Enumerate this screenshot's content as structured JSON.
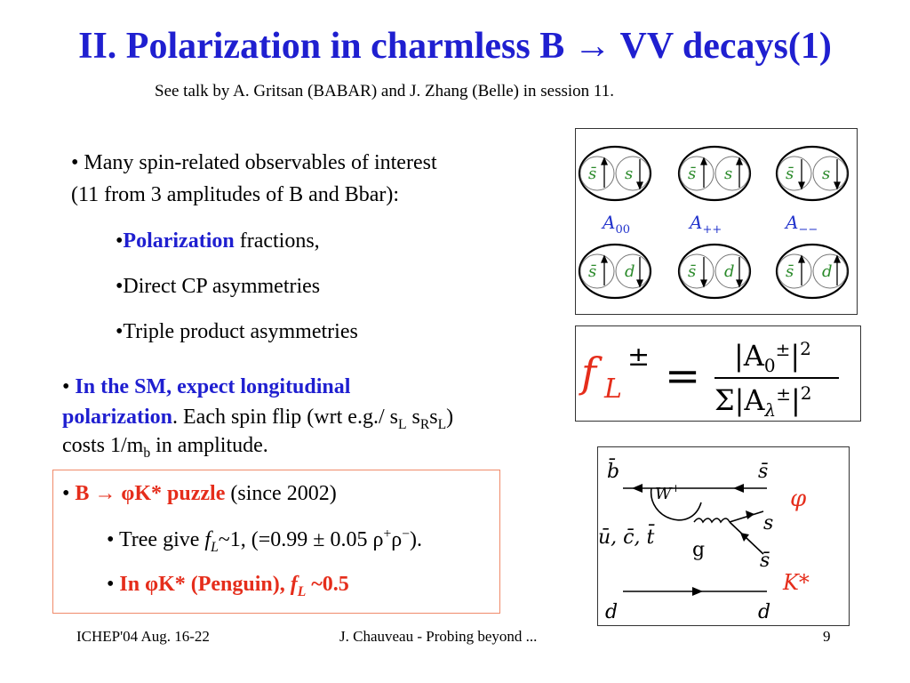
{
  "title": "II. Polarization in charmless B → VV decays(1)",
  "subtitle": "See talk by A. Gritsan (BABAR) and J. Zhang (Belle)  in session 11.",
  "bullets": {
    "b1_line1": "Many spin-related observables of interest",
    "b1_line2": "(11 from 3 amplitudes of B and Bbar):",
    "sub1_hl": "Polarization",
    "sub1_rest": " fractions,",
    "sub2": "•Direct CP asymmetries",
    "sub3": "•Triple product asymmetries",
    "b2_hl_line1": "In the SM, expect longitudinal",
    "b2_hl_line2": "polarization",
    "b2_rest_line2a": ". Each spin flip (wrt e.g./ s",
    "b2_L1": "L",
    "b2_s": " s",
    "b2_R": "R",
    "b2_s2": "s",
    "b2_L2": "L",
    "b2_close": ")",
    "b2_line3a": "costs 1/m",
    "b2_line3b": "b",
    "b2_line3c": " in amplitude."
  },
  "puzzle": {
    "head_hl": "B → φK* puzzle",
    "head_rest": " (since 2002)",
    "tree_a": "• Tree give ",
    "tree_f": "f",
    "tree_L": "L",
    "tree_b": "~1, (=0.99 ± 0.05  ρ",
    "tree_p": "+",
    "tree_r": "ρ",
    "tree_m": "−",
    "tree_c": ").",
    "peng_a": "In φK* (Penguin), ",
    "peng_f": "f",
    "peng_L": "L",
    "peng_b": " ~0.5"
  },
  "amplitudes": {
    "quarks_top": [
      "s̄",
      "s",
      "s̄",
      "s",
      "s̄",
      "s"
    ],
    "quarks_bottom": [
      "s̄",
      "d",
      "s̄",
      "d",
      "s̄",
      "d"
    ],
    "labels": [
      "A",
      "A",
      "A"
    ],
    "label_subs": [
      "00",
      "++",
      "−−"
    ]
  },
  "formula": {
    "lhs": "f",
    "lhs_sub": "L",
    "lhs_sup": "±",
    "eq": "=",
    "num": "|A",
    "num_sub": "0",
    "num_sup": "±",
    "num_end": "|",
    "num_sq": "2",
    "den": "Σ|A",
    "den_sub": "λ",
    "den_sup": "±",
    "den_end": "|",
    "den_sq": "2"
  },
  "feynman": {
    "b_bar": "b̄",
    "s_bar_top": "s̄",
    "W": "W",
    "W_sup": "+",
    "s_mid": "s",
    "quarks": "ū, c̄, t̄",
    "g": "g",
    "s_bar_low": "s̄",
    "d_left": "d",
    "d_right": "d",
    "phi": "φ",
    "kstar": "K*"
  },
  "footer": {
    "left": "ICHEP'04 Aug. 16-22",
    "center": "J. Chauveau - Probing beyond ...",
    "page": "9"
  }
}
